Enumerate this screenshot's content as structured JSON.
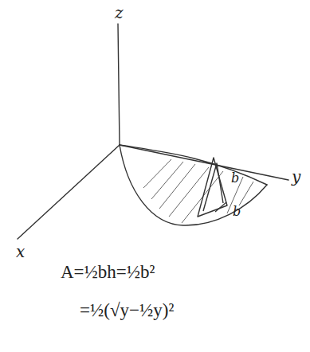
{
  "diagram": {
    "labels": [
      "z",
      "x",
      "y",
      "b",
      "b",
      "A=½bh=½b²",
      "=½(√y−½y)²"
    ]
  }
}
